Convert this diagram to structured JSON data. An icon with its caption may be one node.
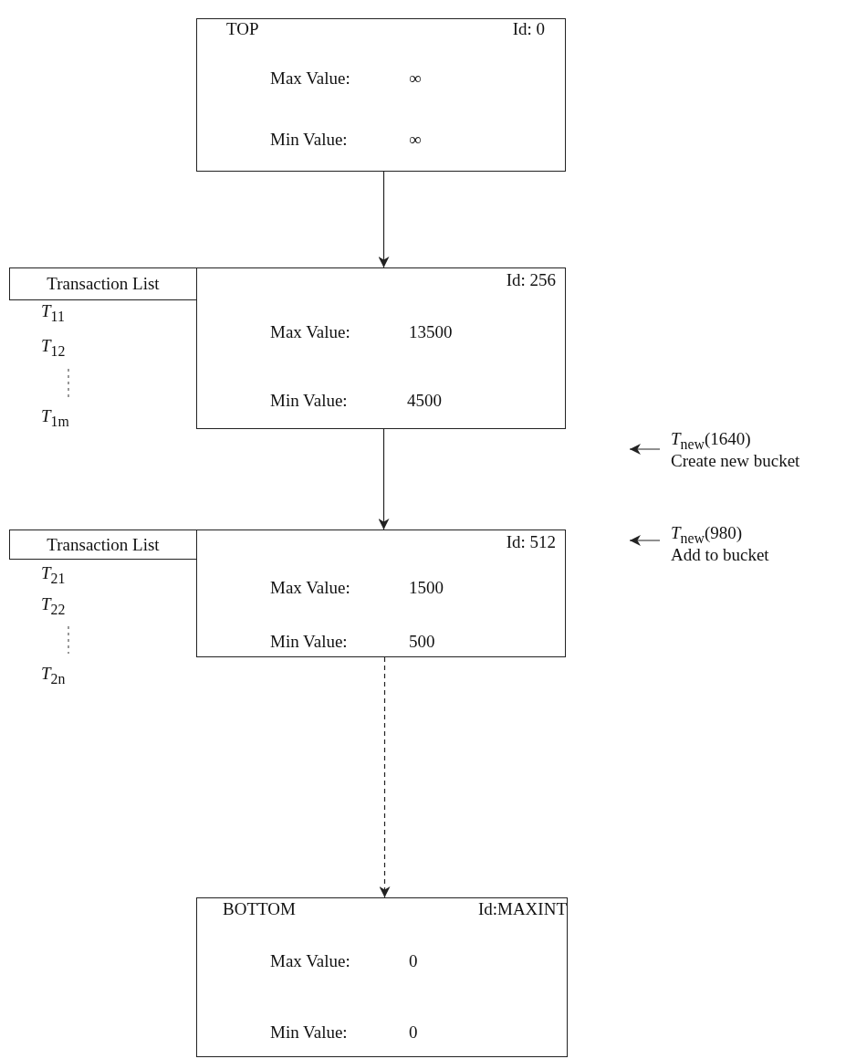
{
  "diagram": {
    "nodes": [
      {
        "text": [
          "TOP",
          "Id:  0",
          "Max Value:",
          "∞",
          "Min Value:",
          "∞"
        ]
      },
      {
        "text": [
          "Transaction List"
        ],
        "beside": [
          "*T*$_{11}$",
          "*T*$_{12}$",
          "*T*$_{1m}$"
        ]
      },
      {
        "text": [
          "Id:  256",
          "Max Value:",
          "13500",
          "Min Value:",
          "4500"
        ]
      },
      {
        "text": [
          "*T*$_{new}$(1640)",
          "Create new bucket"
        ]
      },
      {
        "text": [
          "Transaction List"
        ],
        "beside": [
          "*T*$_{21}$",
          "*T*$_{22}$",
          "*T*$_{2n}$"
        ]
      },
      {
        "text": [
          "Id:  512",
          "Max Value:",
          "1500",
          "Min Value:",
          "500"
        ]
      },
      {
        "text": [
          "*T*$_{new}$(980)",
          "Add to bucket"
        ]
      },
      {
        "text": [
          "BOTTOM",
          "Id:MAXINT",
          "Max Value:",
          "0",
          "Min Value:",
          "0"
        ]
      }
    ],
    "edges": [
      {
        "from": 0,
        "to": 2,
        "arrow": "to"
      },
      {
        "from": 2,
        "to": 5,
        "arrow": "to"
      },
      {
        "from": 5,
        "to": 7,
        "arrow": "to",
        "style": "dashed"
      },
      {
        "from": 3,
        "to": null,
        "arrow": "to"
      },
      {
        "from": 6,
        "to": null,
        "arrow": "to"
      }
    ]
  }
}
